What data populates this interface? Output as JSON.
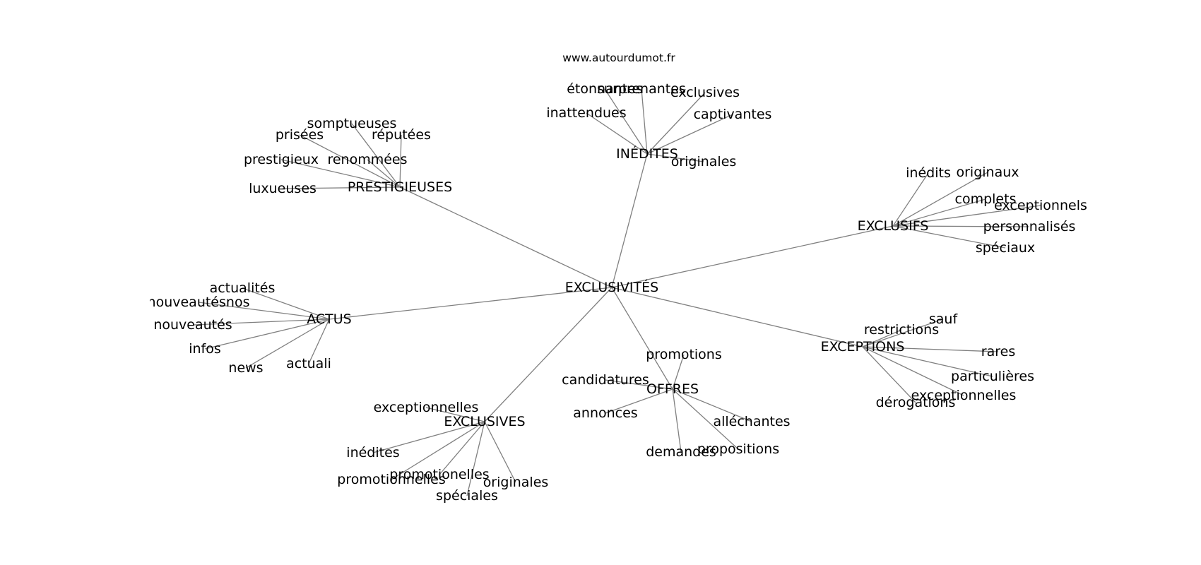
{
  "source": "www.autourdumot.fr",
  "center": "EXCLUSIVITÉS",
  "groups": [
    {
      "label": "INÉDITES",
      "words": [
        "étonnantes",
        "surprenantes",
        "exclusives",
        "inattendues",
        "captivantes",
        "originales"
      ]
    },
    {
      "label": "PRESTIGIEUSES",
      "words": [
        "somptueuses",
        "prisées",
        "réputées",
        "prestigieux",
        "renommées",
        "luxueuses"
      ]
    },
    {
      "label": "EXCLUSIFS",
      "words": [
        "inédits",
        "originaux",
        "complets",
        "exceptionnels",
        "personnalisés",
        "spéciaux"
      ]
    },
    {
      "label": "ACTUS",
      "words": [
        "actualités",
        "nouveautésnos",
        "nouveautés",
        "infos",
        "news",
        "actuali"
      ]
    },
    {
      "label": "EXCEPTIONS",
      "words": [
        "sauf",
        "restrictions",
        "rares",
        "particulières",
        "exceptionnelles",
        "dérogations"
      ]
    },
    {
      "label": "OFFRES",
      "words": [
        "promotions",
        "candidatures",
        "annonces",
        "alléchantes",
        "demandes",
        "propositions"
      ]
    },
    {
      "label": "EXCLUSIVES",
      "words": [
        "exceptionnelles",
        "inédites",
        "promotionelles",
        "promotionnelles",
        "originales",
        "spéciales"
      ]
    }
  ],
  "colors": {
    "edge": "#808080",
    "text": "#000000",
    "background": "#ffffff"
  }
}
